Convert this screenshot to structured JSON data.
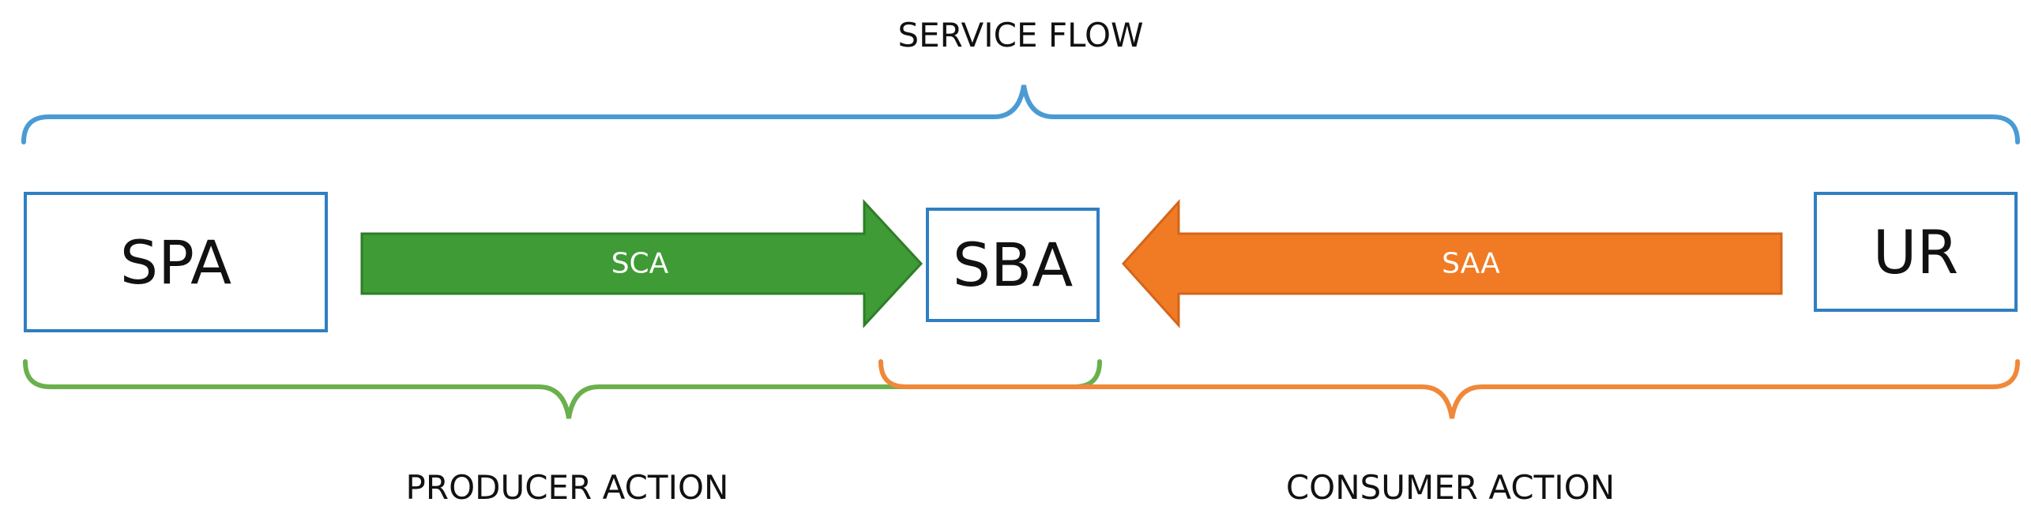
{
  "title": "SERVICE FLOW",
  "nodes": {
    "spa": "SPA",
    "sba": "SBA",
    "ur": "UR"
  },
  "arrows": {
    "sca": "SCA",
    "saa": "SAA"
  },
  "brackets": {
    "producer": "PRODUCER ACTION",
    "consumer": "CONSUMER ACTION"
  },
  "colors": {
    "service_bracket": "#4a9bd4",
    "box_border": "#2f7fc1",
    "producer": "#6ab04c",
    "sca_fill": "#3e9b35",
    "consumer": "#f0883a",
    "saa_fill": "#f07b24"
  }
}
